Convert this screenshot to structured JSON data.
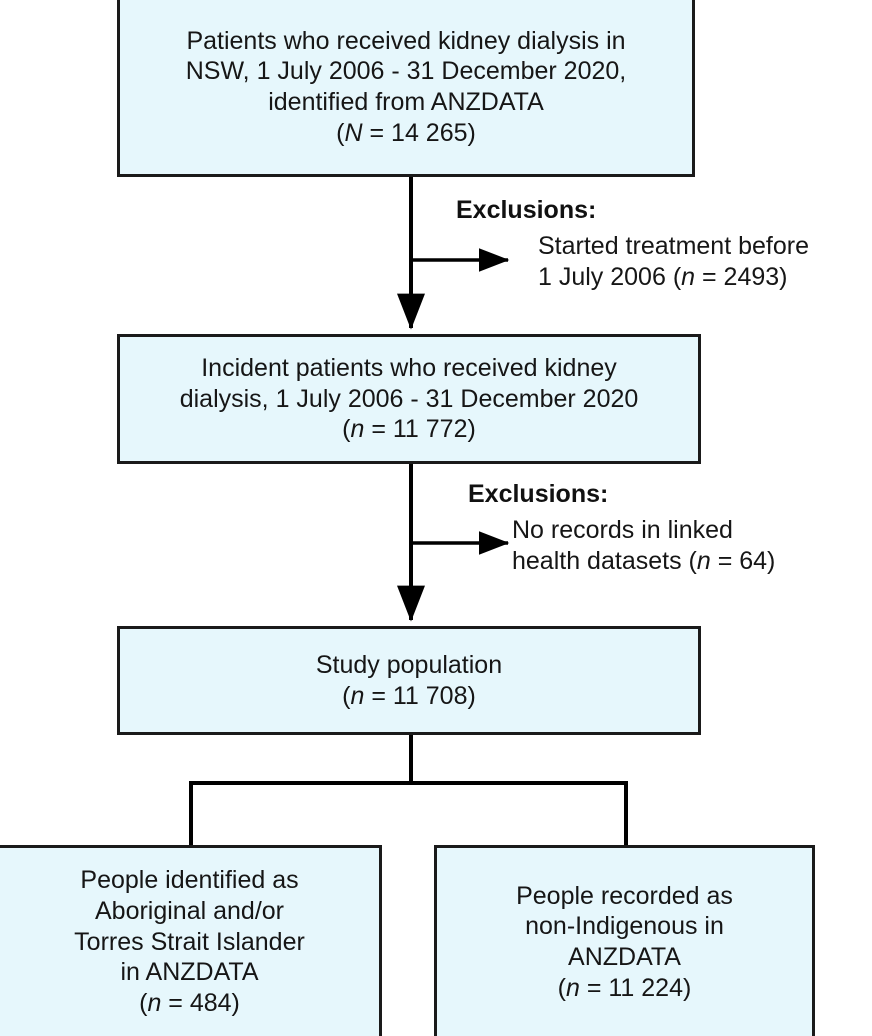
{
  "diagram": {
    "type": "study-flow-diagram",
    "colors": {
      "box_fill": "#e6f7fc",
      "box_border": "#1a1a1a",
      "text": "#161616",
      "connector": "#000000"
    },
    "nodes": {
      "cohort": {
        "lines": [
          "Patients who received kidney dialysis in",
          "NSW, 1 July 2006 - 31 December 2020,",
          "identified from ANZDATA"
        ],
        "count_prefix": "(",
        "count_symbol": "N",
        "count_value": " = 14 265)"
      },
      "incident": {
        "lines": [
          "Incident patients who received kidney",
          "dialysis, 1 July 2006 - 31 December 2020"
        ],
        "count_prefix": "(",
        "count_symbol": "n",
        "count_value": " = 11 772)"
      },
      "study_population": {
        "lines": [
          "Study population"
        ],
        "count_prefix": "(",
        "count_symbol": "n",
        "count_value": " = 11 708)"
      },
      "aboriginal": {
        "lines": [
          "People identified as",
          "Aboriginal and/or",
          "Torres Strait Islander",
          "in ANZDATA"
        ],
        "count_prefix": "(",
        "count_symbol": "n",
        "count_value": " = 484)"
      },
      "non_indigenous": {
        "lines": [
          "People recorded as",
          "non-Indigenous in",
          "ANZDATA"
        ],
        "count_prefix": "(",
        "count_symbol": "n",
        "count_value": " = 11 224)"
      }
    },
    "exclusions": [
      {
        "heading": "Exclusions:",
        "line1": "Started treatment before",
        "line2_prefix": "1 July 2006 (",
        "line2_symbol": "n",
        "line2_suffix": " = 2493)"
      },
      {
        "heading": "Exclusions:",
        "line1": "No records in linked",
        "line2_prefix": "health datasets (",
        "line2_symbol": "n",
        "line2_suffix": " = 64)"
      }
    ]
  }
}
